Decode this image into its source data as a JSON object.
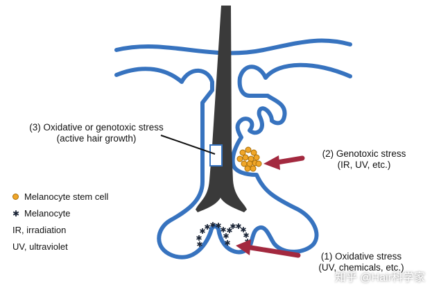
{
  "labels": {
    "stress3_line1": "(3) Oxidative or genotoxic stress",
    "stress3_line2": "(active hair growth)",
    "stress2_line1": "(2) Genotoxic stress",
    "stress2_line2": "(IR, UV, etc.)",
    "stress1_line1": "(1) Oxidative stress",
    "stress1_line2": "(UV, chemicals, etc.)"
  },
  "legend": {
    "stem_cell": "Melanocyte stem cell",
    "melanocyte": "Melanocyte",
    "ir": "IR, irradiation",
    "uv": "UV, ultraviolet"
  },
  "watermark": "知乎 @Hair科学家",
  "colors": {
    "outline": "#3773bf",
    "hair_shaft": "#3a3a3a",
    "arrow": "#a3293f",
    "stem_cell": "#f0a629",
    "melanocyte": "#1a2436"
  }
}
